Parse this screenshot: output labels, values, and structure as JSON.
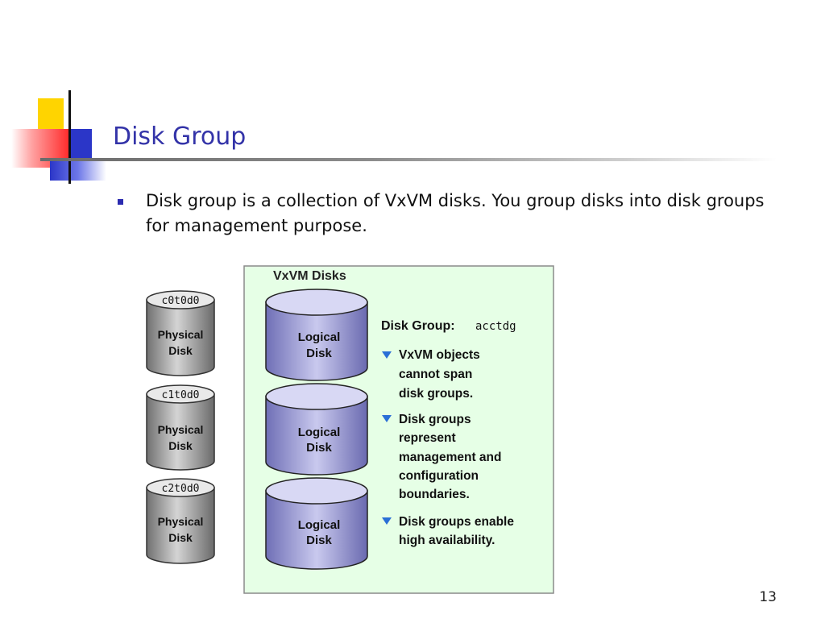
{
  "slide": {
    "title": "Disk Group",
    "bullet": "Disk group is a collection of VxVM disks. You group disks into disk groups for management purpose.",
    "page_number": "13"
  },
  "diagram": {
    "panel_title": "VxVM Disks",
    "disk_group_label": "Disk Group:",
    "disk_group_name": "acctdg",
    "physical_disks": [
      {
        "id": "c0t0d0",
        "line1": "Physical",
        "line2": "Disk"
      },
      {
        "id": "c1t0d0",
        "line1": "Physical",
        "line2": "Disk"
      },
      {
        "id": "c2t0d0",
        "line1": "Physical",
        "line2": "Disk"
      }
    ],
    "logical_disks": [
      {
        "line1": "Logical",
        "line2": "Disk"
      },
      {
        "line1": "Logical",
        "line2": "Disk"
      },
      {
        "line1": "Logical",
        "line2": "Disk"
      }
    ],
    "points": [
      {
        "lines": [
          "VxVM objects",
          "cannot span",
          "disk groups."
        ]
      },
      {
        "lines": [
          "Disk groups",
          "represent",
          "management and",
          "configuration",
          "boundaries."
        ]
      },
      {
        "lines": [
          "Disk groups enable",
          "high availability."
        ]
      }
    ],
    "colors": {
      "panel_fill": "#e6ffe6",
      "panel_border": "#888888",
      "logical_disk": "#9f9fd8",
      "physical_disk": "#a8a8a8",
      "arrow": "#2a6fd6"
    }
  }
}
